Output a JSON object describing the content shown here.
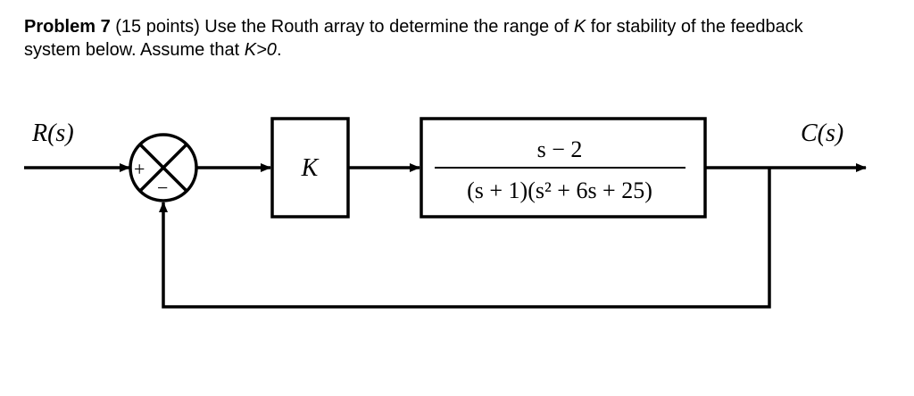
{
  "problem": {
    "number": "Problem 7",
    "points": " (15 points) Use the Routh array to determine the range of ",
    "k_var": "K",
    "rest_line1": " for stability of the feedback",
    "line2_text": "system below. Assume that ",
    "k_condition": "K>0",
    "period": "."
  },
  "diagram": {
    "input_label": "R(s)",
    "output_label": "C(s)",
    "plus_sign": "+",
    "minus_sign": "−",
    "gain_block": "K",
    "plant_numerator": "s − 2",
    "plant_denominator": "(s + 1)(s² + 6s + 25)"
  }
}
